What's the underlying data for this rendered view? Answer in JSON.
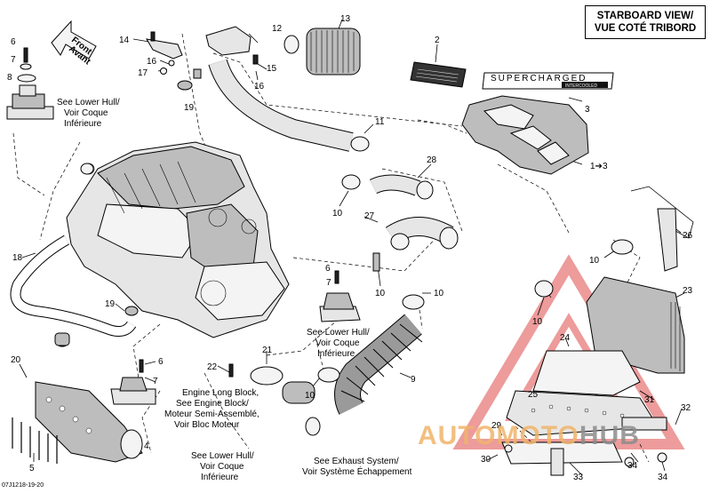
{
  "view_title": [
    "STARBOARD VIEW/",
    "VUE COTÉ TRIBORD"
  ],
  "front_label": [
    "Front",
    "Avant"
  ],
  "supercharged_plate": [
    "SUPERCHARGED",
    "INTERCOOLED"
  ],
  "callouts": [
    {
      "id": "c2",
      "text": "2"
    },
    {
      "id": "c3",
      "text": "3"
    },
    {
      "id": "c13",
      "text": "1➔3"
    },
    {
      "id": "c4",
      "text": "4"
    },
    {
      "id": "c5",
      "text": "5"
    },
    {
      "id": "c6a",
      "text": "6"
    },
    {
      "id": "c6b",
      "text": "6"
    },
    {
      "id": "c6c",
      "text": "6"
    },
    {
      "id": "c7a",
      "text": "7"
    },
    {
      "id": "c7b",
      "text": "7"
    },
    {
      "id": "c7c",
      "text": "7"
    },
    {
      "id": "c8",
      "text": "8"
    },
    {
      "id": "c9",
      "text": "9"
    },
    {
      "id": "c10a",
      "text": "10"
    },
    {
      "id": "c10b",
      "text": "10"
    },
    {
      "id": "c10c",
      "text": "10"
    },
    {
      "id": "c10d",
      "text": "10"
    },
    {
      "id": "c10e",
      "text": "10"
    },
    {
      "id": "c10f",
      "text": "10"
    },
    {
      "id": "c10g",
      "text": "10"
    },
    {
      "id": "c10h",
      "text": "10"
    },
    {
      "id": "c11",
      "text": "11"
    },
    {
      "id": "c12",
      "text": "12"
    },
    {
      "id": "c13b",
      "text": "13"
    },
    {
      "id": "c14",
      "text": "14"
    },
    {
      "id": "c15",
      "text": "15"
    },
    {
      "id": "c16a",
      "text": "16"
    },
    {
      "id": "c16b",
      "text": "16"
    },
    {
      "id": "c17",
      "text": "17"
    },
    {
      "id": "c18",
      "text": "18"
    },
    {
      "id": "c19a",
      "text": "19"
    },
    {
      "id": "c19b",
      "text": "19"
    },
    {
      "id": "c20",
      "text": "20"
    },
    {
      "id": "c21",
      "text": "21"
    },
    {
      "id": "c22",
      "text": "22"
    },
    {
      "id": "c23",
      "text": "23"
    },
    {
      "id": "c24",
      "text": "24"
    },
    {
      "id": "c25",
      "text": "25"
    },
    {
      "id": "c26",
      "text": "26"
    },
    {
      "id": "c27",
      "text": "27"
    },
    {
      "id": "c28",
      "text": "28"
    },
    {
      "id": "c29",
      "text": "29"
    },
    {
      "id": "c30",
      "text": "30"
    },
    {
      "id": "c31",
      "text": "31"
    },
    {
      "id": "c32",
      "text": "32"
    },
    {
      "id": "c33",
      "text": "33"
    },
    {
      "id": "c34a",
      "text": "34"
    },
    {
      "id": "c34b",
      "text": "34"
    }
  ],
  "notes": {
    "lower_hull_1": [
      "See Lower Hull/",
      "Voir Coque",
      "Inférieure"
    ],
    "lower_hull_2": [
      "See Lower Hull/",
      "Voir Coque",
      "Inférieure"
    ],
    "lower_hull_3": [
      "See Lower Hull/",
      "Voir Coque",
      "Inférieure"
    ],
    "engine_block": [
      "Engine Long Block,",
      "See Engine Block/",
      "Moteur Semi-Assemblé,",
      "Voir Bloc Moteur"
    ],
    "exhaust": [
      "See Exhaust System/",
      "Voir Système Échappement"
    ]
  },
  "footer_code": "07J1218-19-20",
  "watermark": {
    "part1": "AUTOMOTO",
    "part2": "HUB"
  }
}
